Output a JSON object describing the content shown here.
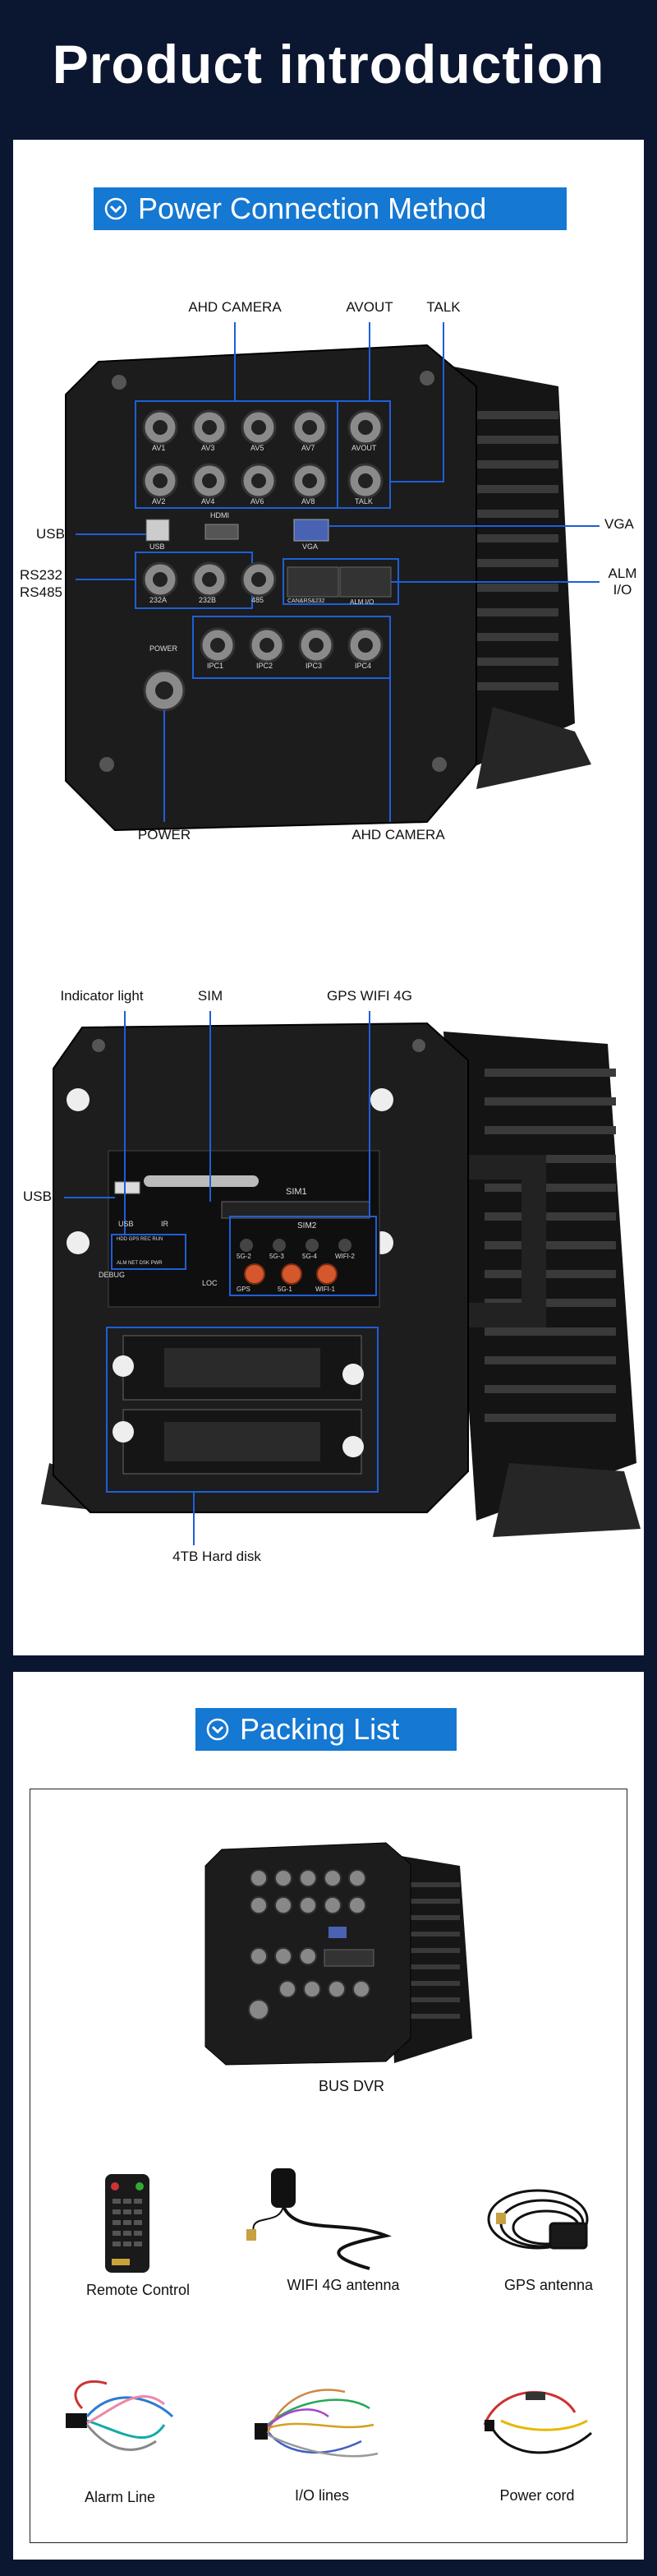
{
  "header": {
    "title": "Product introduction"
  },
  "section_power": {
    "badge": "Power Connection Method",
    "labels": {
      "ahd_camera_top": "AHD CAMERA",
      "avout": "AVOUT",
      "talk": "TALK",
      "usb": "USB",
      "vga": "VGA",
      "rs232": "RS232",
      "rs485": "RS485",
      "alm_io": "ALM I/O",
      "power": "POWER",
      "ahd_camera_bottom": "AHD CAMERA"
    },
    "port_labels": {
      "row1": [
        "AV1",
        "AV3",
        "AV5",
        "AV7",
        "AVOUT"
      ],
      "row2": [
        "AV2",
        "AV4",
        "AV6",
        "AV8",
        "TALK"
      ],
      "row3": [
        "USB",
        "HDMI",
        "VGA"
      ],
      "row4": [
        "232A",
        "232B",
        "485",
        "CAN&RS&232",
        "ALM I/O"
      ],
      "row5": [
        "IPC1",
        "IPC2",
        "IPC3",
        "IPC4"
      ],
      "power_port": "POWER"
    }
  },
  "section_front": {
    "labels": {
      "indicator_light": "Indicator light",
      "sim": "SIM",
      "gps_wifi_4g": "GPS WIFI 4G",
      "usb": "USB",
      "hard_disk": "4TB Hard disk"
    },
    "panel_text": {
      "sim1": "SIM1",
      "sim2": "SIM2",
      "usb": "USB",
      "ir": "IR",
      "debug": "DEBUG",
      "loc": "LOC",
      "led_top": "HDD GPS REC RUN",
      "led_bottom": "ALM NET DSK PWR",
      "antennas": [
        "GPS",
        "5G-1",
        "WIFI-1"
      ],
      "antenna_top": [
        "5G-2",
        "5G-3",
        "5G-4",
        "WIFI-2"
      ]
    }
  },
  "section_packing": {
    "badge": "Packing List",
    "items": [
      "BUS DVR",
      "Remote Control",
      "WIFI 4G antenna",
      "GPS antenna",
      "Alarm Line",
      "I/O lines",
      "Power cord"
    ]
  },
  "colors": {
    "background": "#0b1631",
    "badge": "#1578d2",
    "leader": "#1e5fd8",
    "device": "#1a1a1a"
  }
}
